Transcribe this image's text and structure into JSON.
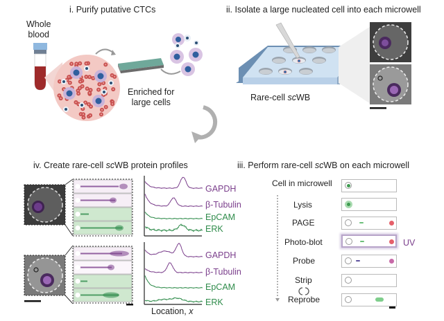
{
  "panels": {
    "i": {
      "title": "i. Purify putative CTCs",
      "whole_blood_label": [
        "Whole",
        "blood"
      ],
      "enriched_label": [
        "Enriched for",
        "large cells"
      ]
    },
    "ii": {
      "title": "ii. Isolate a large nucleated cell into each microwell",
      "device_label_prefix": "Rare-cell ",
      "device_label_italic": "sc",
      "device_label_suffix": "WB"
    },
    "iii": {
      "title_prefix": "iii. Perform rare-cell ",
      "title_italic": "sc",
      "title_suffix": "WB on each microwell",
      "steps": [
        {
          "label": "Cell in microwell"
        },
        {
          "label": "Lysis"
        },
        {
          "label": "PAGE"
        },
        {
          "label": "Photo-blot",
          "annotation": "UV"
        },
        {
          "label": "Probe"
        },
        {
          "label": "Strip"
        },
        {
          "label": "Reprobe"
        }
      ]
    },
    "iv": {
      "title_prefix": "iv. Create rare-cell ",
      "title_italic": "sc",
      "title_suffix": "WB protein profiles",
      "proteins_top": [
        "GAPDH",
        "β-Tubulin",
        "EpCAM",
        "ERK"
      ],
      "proteins_bottom": [
        "GAPDH",
        "β-Tubulin",
        "EpCAM",
        "ERK"
      ],
      "xlabel_prefix": "Location, ",
      "xlabel_italic": "x"
    }
  },
  "colors": {
    "purple": "#7b3f8c",
    "green": "#2e8b4a",
    "rbc": "#c8504f",
    "nucleus": "#2f5f9e",
    "cell_halo": "#c9b3d9"
  }
}
